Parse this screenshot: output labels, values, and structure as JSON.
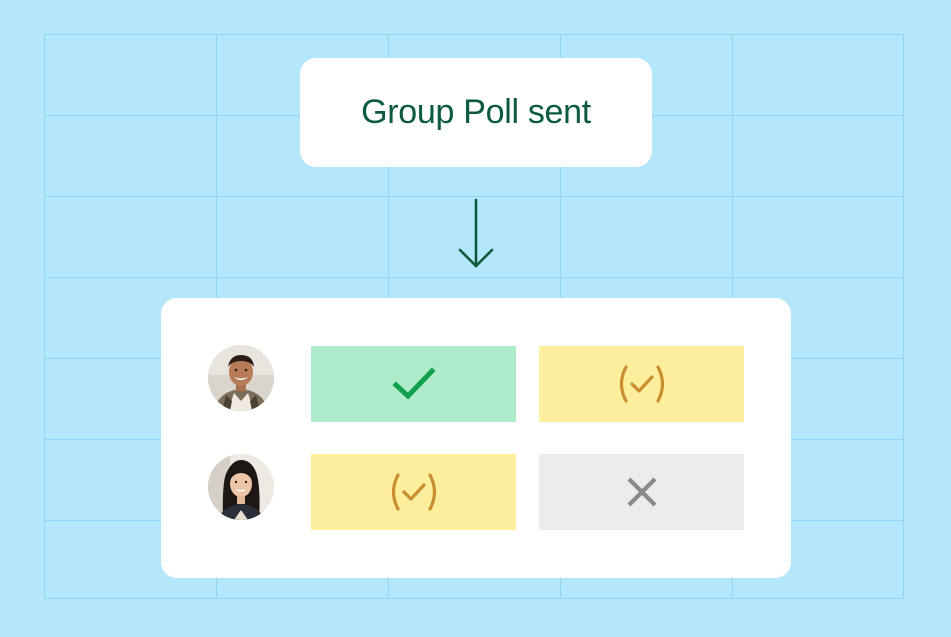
{
  "header": {
    "title": "Group Poll sent"
  },
  "colors": {
    "background": "#b4e7fb",
    "grid_line": "#8fd6f1",
    "title_text": "#0c5b3e",
    "yes_fill": "#aeeacc",
    "yes_icon": "#12a04b",
    "maybe_fill": "#fdee9e",
    "maybe_icon": "#c98f2e",
    "no_fill": "#ececec",
    "no_icon": "#8a8a8a"
  },
  "poll": {
    "rows": [
      {
        "participant": "man-avatar",
        "responses": [
          "yes",
          "if-need-be"
        ]
      },
      {
        "participant": "woman-avatar",
        "responses": [
          "if-need-be",
          "no"
        ]
      }
    ]
  }
}
